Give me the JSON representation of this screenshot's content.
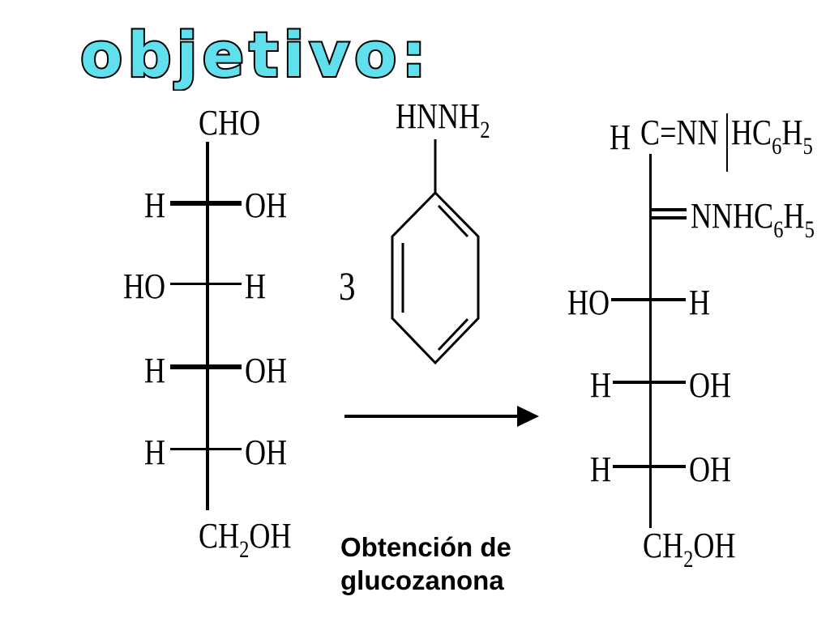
{
  "title": "objetivo:",
  "glucose": {
    "top": "CHO",
    "rows": [
      {
        "left": "H",
        "right": "OH"
      },
      {
        "left": "HO",
        "right": "H"
      },
      {
        "left": "H",
        "right": "OH"
      },
      {
        "left": "H",
        "right": "OH"
      }
    ],
    "bottom_main": "CH",
    "bottom_sub": "2",
    "bottom_tail": "OH"
  },
  "reagent": {
    "coefficient": "3",
    "label_main": "HNNH",
    "label_sub": "2"
  },
  "product": {
    "top_left": "H",
    "top_mid": "C=NN",
    "top_right_main": "HC",
    "top_right_sub1": "6",
    "top_right_h": "H",
    "top_right_sub2": "5",
    "c2_main": "NNHC",
    "c2_sub1": "6",
    "c2_h": "H",
    "c2_sub2": "5",
    "rows": [
      {
        "left": "HO",
        "right": "H"
      },
      {
        "left": "H",
        "right": "OH"
      },
      {
        "left": "H",
        "right": "OH"
      }
    ],
    "bottom_main": "CH",
    "bottom_sub": "2",
    "bottom_tail": "OH"
  },
  "caption": {
    "line1": "Obtención de",
    "line2": "glucozanona"
  },
  "colors": {
    "title_fill": "#5fe0ec",
    "title_outline": "#000000",
    "ink": "#000000"
  }
}
